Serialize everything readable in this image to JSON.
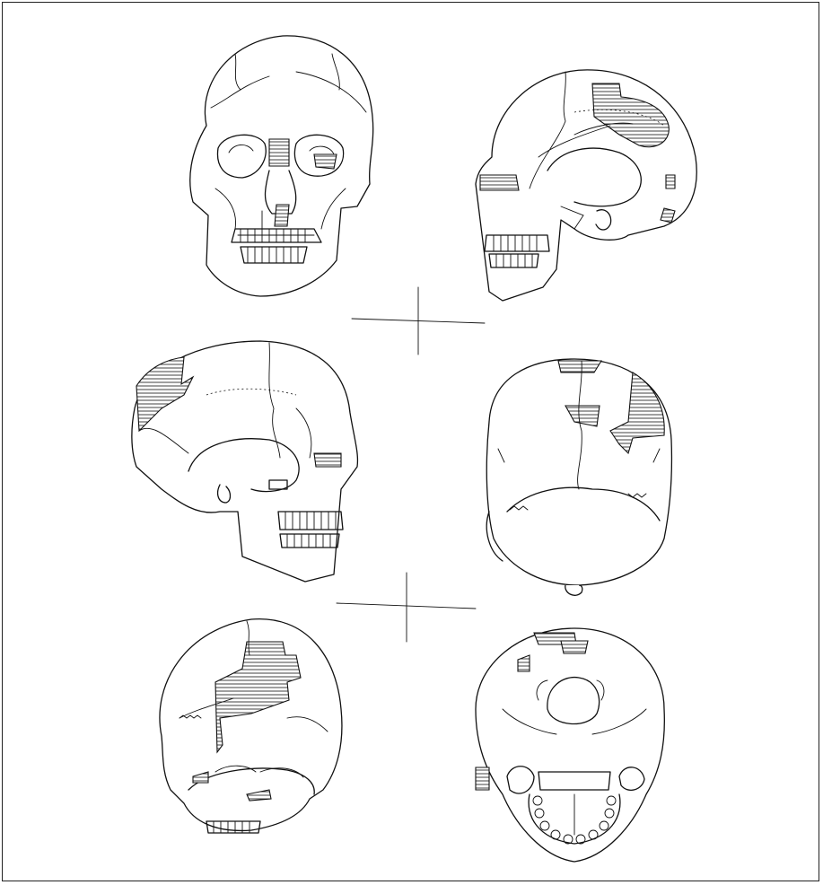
{
  "figure": {
    "views": [
      {
        "id": "anterior",
        "description_icon": "skull-anterior-view"
      },
      {
        "id": "right-lateral",
        "description_icon": "skull-right-lateral-view"
      },
      {
        "id": "left-lateral",
        "description_icon": "skull-left-lateral-view"
      },
      {
        "id": "superior",
        "description_icon": "skull-superior-view"
      },
      {
        "id": "posterior",
        "description_icon": "skull-posterior-view"
      },
      {
        "id": "inferior",
        "description_icon": "skull-inferior-view"
      }
    ],
    "colors": {
      "ink": "#111111",
      "background": "#ffffff",
      "frame": "#222222"
    }
  }
}
